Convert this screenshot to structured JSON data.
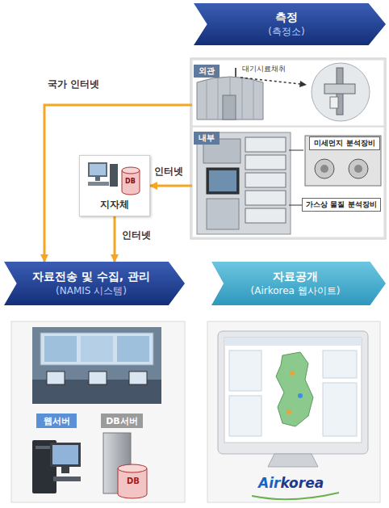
{
  "diagram": {
    "nodes": [
      {
        "text": [
          "측정",
          "(측정소)"
        ]
      },
      {
        "text": [
          "외관"
        ]
      },
      {
        "text": [
          "내부"
        ]
      },
      {
        "text": [
          "미세먼지 분석장비"
        ],
        "in": 2
      },
      {
        "text": [
          "가스상 물질 분석장비"
        ],
        "in": 2
      },
      {
        "text": [
          "지자체"
        ]
      },
      {
        "text": [
          "자료전송 및 수집, 관리",
          "(NAMIS 시스템)"
        ]
      },
      {
        "text": [
          "자료공개",
          "(Airkorea 웹사이트)"
        ]
      },
      {
        "text": [
          "웹서버"
        ]
      },
      {
        "text": [
          "DB서버"
        ]
      }
    ],
    "edges": [
      {
        "from": 1,
        "to": 6,
        "arrow": "to",
        "label": "국가 인터넷"
      },
      {
        "from": 2,
        "to": 5,
        "arrow": "to",
        "label": "인터넷"
      },
      {
        "from": 5,
        "to": 6,
        "arrow": "to",
        "label": "인터넷"
      }
    ],
    "labels": [
      "대기시료채취",
      "DB",
      "DB",
      "Air",
      "korea"
    ]
  }
}
